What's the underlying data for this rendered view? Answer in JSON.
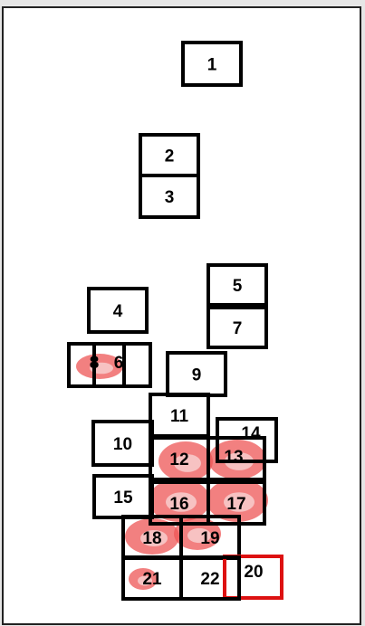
{
  "colors": {
    "background": "#e6e6e6",
    "panel": "#ffffff",
    "box_stroke": "#000000",
    "highlight_stroke": "#dd1111",
    "blob_fill": "#ee5555",
    "blob_light": "#f7c9c9"
  },
  "selected_box": "20",
  "boxes": [
    {
      "label": "1"
    },
    {
      "label": "2"
    },
    {
      "label": "3"
    },
    {
      "label": "4"
    },
    {
      "label": "5"
    },
    {
      "label": "6"
    },
    {
      "label": "7"
    },
    {
      "label": "8"
    },
    {
      "label": "9"
    },
    {
      "label": "10"
    },
    {
      "label": "11"
    },
    {
      "label": "12"
    },
    {
      "label": "13"
    },
    {
      "label": "14"
    },
    {
      "label": "15"
    },
    {
      "label": "16"
    },
    {
      "label": "17"
    },
    {
      "label": "18"
    },
    {
      "label": "19"
    },
    {
      "label": "20"
    },
    {
      "label": "21"
    },
    {
      "label": "22"
    }
  ]
}
